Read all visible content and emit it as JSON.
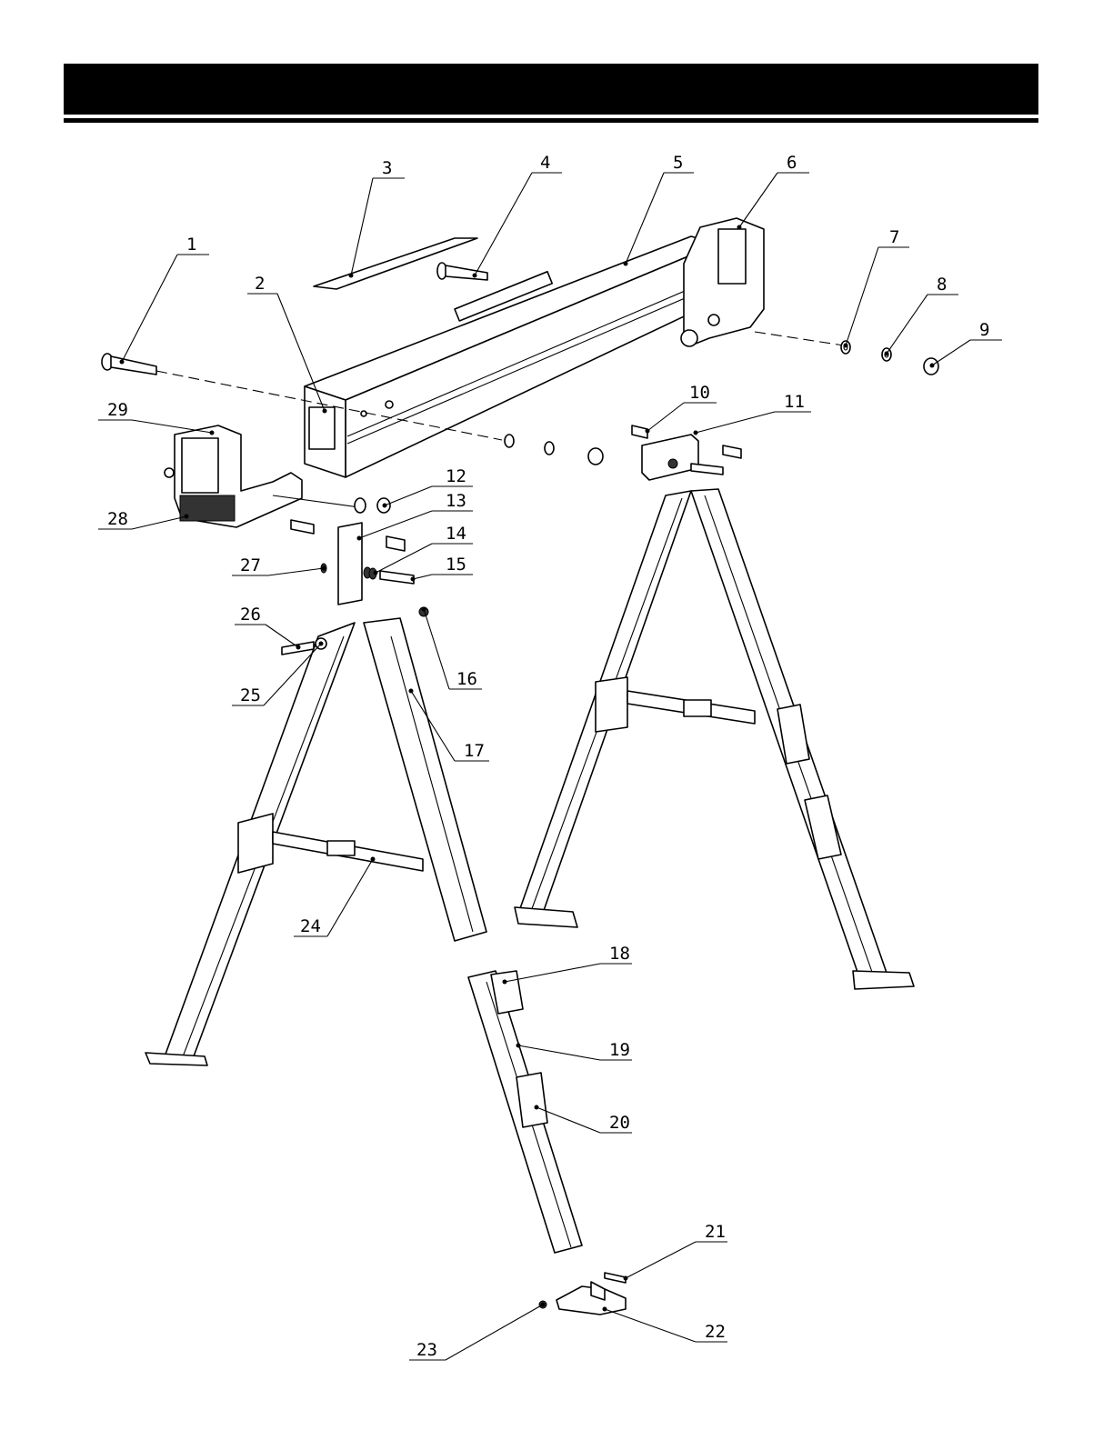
{
  "callouts": [
    {
      "n": "1"
    },
    {
      "n": "2"
    },
    {
      "n": "3"
    },
    {
      "n": "4"
    },
    {
      "n": "5"
    },
    {
      "n": "6"
    },
    {
      "n": "7"
    },
    {
      "n": "8"
    },
    {
      "n": "9"
    },
    {
      "n": "10"
    },
    {
      "n": "11"
    },
    {
      "n": "12"
    },
    {
      "n": "13"
    },
    {
      "n": "14"
    },
    {
      "n": "15"
    },
    {
      "n": "16"
    },
    {
      "n": "17"
    },
    {
      "n": "18"
    },
    {
      "n": "19"
    },
    {
      "n": "20"
    },
    {
      "n": "21"
    },
    {
      "n": "22"
    },
    {
      "n": "23"
    },
    {
      "n": "24"
    },
    {
      "n": "25"
    },
    {
      "n": "26"
    },
    {
      "n": "27"
    },
    {
      "n": "28"
    },
    {
      "n": "29"
    }
  ]
}
